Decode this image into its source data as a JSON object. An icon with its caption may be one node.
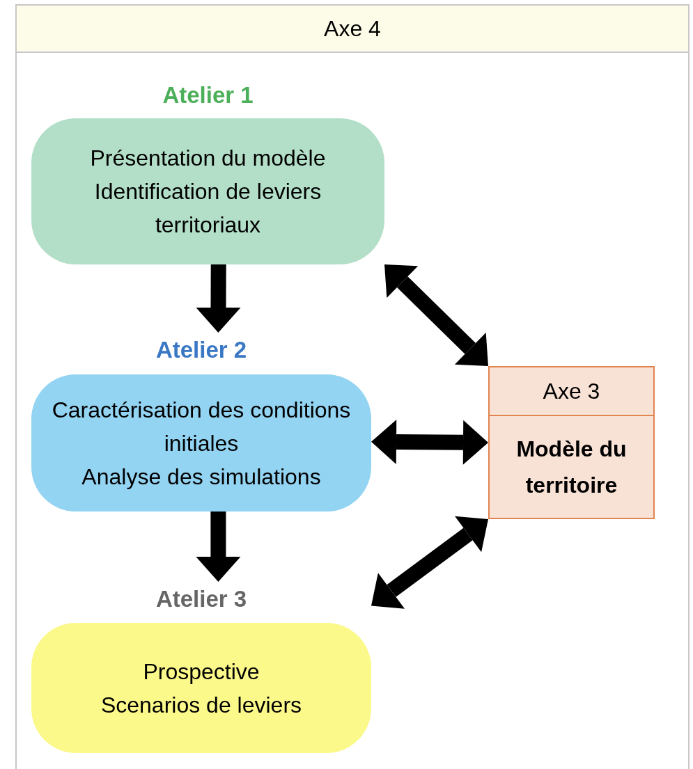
{
  "diagram": {
    "nodes": [
      {
        "text": [
          "Axe 4"
        ]
      },
      {
        "text": [
          "Atelier 1",
          "Présentation du modèle",
          "Identification de leviers territoriaux"
        ],
        "in": 0
      },
      {
        "text": [
          "Atelier 2",
          "Caractérisation des conditions initiales",
          "Analyse des simulations"
        ],
        "in": 0
      },
      {
        "text": [
          "Atelier 3",
          "Prospective",
          "Scenarios de leviers"
        ],
        "in": 0
      },
      {
        "text": [
          "Axe 3",
          "Modèle du territoire"
        ],
        "in": 0
      }
    ],
    "edges": [
      {
        "from": 1,
        "to": 2,
        "arrow": "to"
      },
      {
        "from": 2,
        "to": 3,
        "arrow": "to"
      },
      {
        "from": 1,
        "to": 4,
        "arrow": "both"
      },
      {
        "from": 2,
        "to": 4,
        "arrow": "both"
      },
      {
        "from": 3,
        "to": 4,
        "arrow": "both"
      }
    ]
  }
}
